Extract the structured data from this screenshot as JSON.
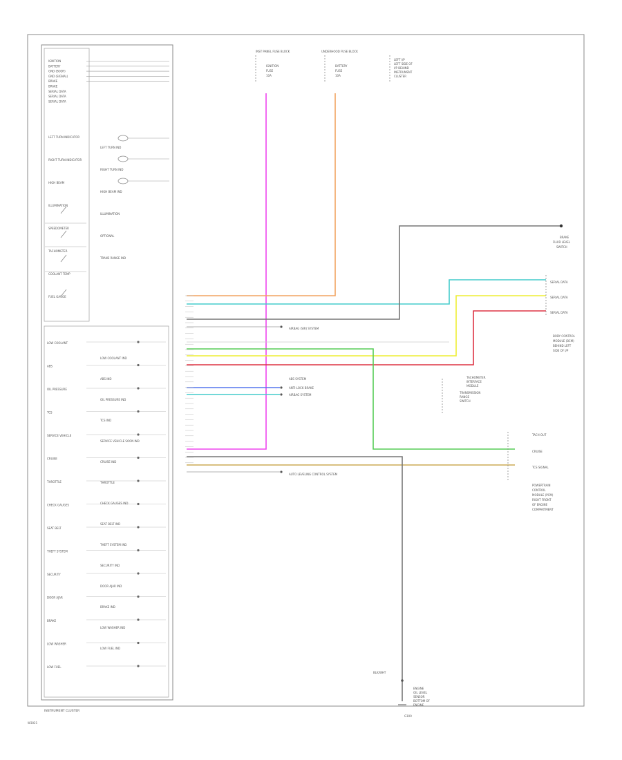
{
  "cluster": {
    "title": "INSTRUMENT CLUSTER",
    "top_inputs": [
      "IGNITION",
      "BATTERY",
      "GND (BODY)",
      "GND (SIGNAL)",
      "BRAKE",
      "BRAKE",
      "SERIAL DATA",
      "SERIAL DATA",
      "SERIAL DATA"
    ],
    "mid_labels": [
      "LEFT TURN INDICATOR",
      "RIGHT TURN INDICATOR",
      "HIGH BEAM",
      "ILLUMINATION",
      "SPEEDOMETER",
      "TACHOMETER",
      "COOLANT TEMP",
      "FUEL GAUGE"
    ],
    "lower_labels": [
      "LOW COOLANT",
      "ABS",
      "OIL PRESSURE",
      "TCS",
      "SERVICE VEHICLE",
      "CRUISE",
      "THROTTLE",
      "CHECK GAUGES",
      "SEAT BELT",
      "THEFT SYSTEM",
      "SECURITY",
      "DOOR AJAR",
      "BRAKE",
      "LOW WASHER",
      "LOW FUEL"
    ],
    "lamps": [
      "LEFT TURN IND",
      "RIGHT TURN IND",
      "HIGH BEAM IND",
      "ILLUMINATION",
      "OPTIONAL",
      "TRANS RANGE IND",
      "LOW COOLANT IND",
      "ABS IND",
      "OIL PRESSURE IND",
      "TCS IND",
      "SERVICE VEHICLE SOON IND",
      "CRUISE IND",
      "THROTTLE",
      "CHECK GAUGES IND",
      "SEAT BELT IND",
      "THEFT SYSTEM IND",
      "SECURITY IND",
      "DOOR AJAR IND",
      "BRAKE IND",
      "LOW WASHER IND",
      "LOW FUEL IND"
    ]
  },
  "top_components": {
    "left": {
      "title": "INST PANEL FUSE BLOCK",
      "lines": [
        "IGNITION",
        "FUSE",
        "10A"
      ]
    },
    "right": {
      "title": "UNDERHOOD FUSE BLOCK",
      "lines": [
        "BATTERY",
        "FUSE",
        "10A"
      ],
      "note": [
        "LEFT I/P",
        "LEFT SIDE OF",
        "I/P BEHIND",
        "INSTRUMENT",
        "CLUSTER"
      ]
    }
  },
  "right_components": {
    "brake": [
      "BRAKE",
      "FLUID LEVEL",
      "SWITCH"
    ],
    "serial": [
      "SERIAL DATA",
      "SERIAL DATA",
      "SERIAL DATA"
    ],
    "theft": [
      "BODY CONTROL",
      "MODULE (BCM)",
      "BEHIND LEFT",
      "SIDE OF I/P"
    ],
    "tach": [
      "TACHOMETER",
      "INTERFACE",
      "MODULE"
    ],
    "trans": [
      "TRANSMISSION",
      "RANGE",
      "SWITCH"
    ],
    "pcm": [
      "POWERTRAIN",
      "CONTROL",
      "MODULE (PCM)",
      "RIGHT FRONT",
      "OF ENGINE",
      "COMPARTMENT"
    ],
    "pcm_pins": [
      "TACH OUT",
      "CRUISE",
      "TCS SIGNAL"
    ]
  },
  "mid_refs": [
    "AIRBAG (SIR) SYSTEM",
    "ABS SYSTEM",
    "ANTI-LOCK BRAKE",
    "AIRBAG SYSTEM",
    "AUTO LEVELING CONTROL SYSTEM"
  ],
  "ground": {
    "wire": "BLK/WHT",
    "title": [
      "ENGINE",
      "OIL LEVEL",
      "SENSOR",
      "BOTTOM OF",
      "ENGINE"
    ],
    "ref": "G100"
  },
  "colors": {
    "pink": "#ee44ee",
    "orange": "#f2a460",
    "cyan": "#44cccc",
    "blue": "#5577ee",
    "green": "#55cc55",
    "yellow": "#eeee33",
    "red": "#dd3344",
    "gray": "#777777",
    "tan": "#ccaa55"
  },
  "footer": "W3021"
}
